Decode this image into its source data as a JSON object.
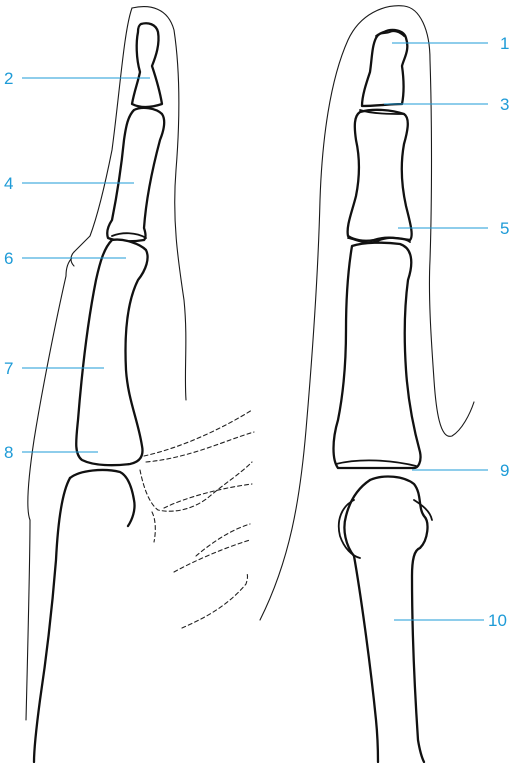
{
  "colors": {
    "label": "#1e9bd7",
    "bone_stroke": "#111111",
    "outline": "#1a1a1a"
  },
  "labels": {
    "l1": "1",
    "l2": "2",
    "l3": "3",
    "l4": "4",
    "l5": "5",
    "l6": "6",
    "l7": "7",
    "l8": "8",
    "l9": "9",
    "l10": "10"
  }
}
